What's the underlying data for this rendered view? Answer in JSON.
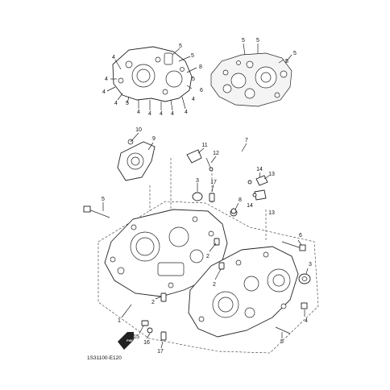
{
  "diagram": {
    "code": "1S31100-E120",
    "fwd_label": "FWD",
    "labels": {
      "n1": "1",
      "n2a": "2",
      "n2b": "2",
      "n2c": "2",
      "n3a": "3",
      "n3b": "3",
      "n4a": "4",
      "n4b": "4",
      "n4c": "4",
      "n4d": "4",
      "n4e": "4",
      "n4f": "4",
      "n4g": "4",
      "n4h": "4",
      "n4i": "4",
      "n4j": "4",
      "n5a": "5",
      "n5b": "5",
      "n5c": "5",
      "n5d": "5",
      "n5e": "5",
      "n5f": "5",
      "n5g": "5",
      "n5h": "5",
      "n5i": "5",
      "n5j": "5",
      "n6a": "6",
      "n6b": "6",
      "n7": "7",
      "n8a": "8",
      "n8b": "8",
      "n9": "9",
      "n10": "10",
      "n11": "11",
      "n12": "12",
      "n13a": "13",
      "n13b": "13",
      "n14a": "14",
      "n14b": "14",
      "n15": "15",
      "n16": "16",
      "n17a": "17",
      "n17b": "17"
    }
  }
}
